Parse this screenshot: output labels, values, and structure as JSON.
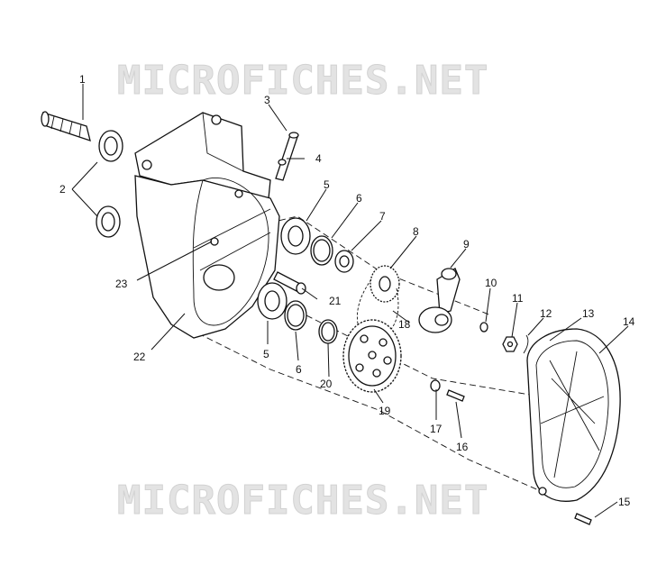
{
  "watermark": "MICROFICHES.NET",
  "callouts": [
    "1",
    "2",
    "3",
    "4",
    "5",
    "5",
    "6",
    "6",
    "7",
    "8",
    "9",
    "10",
    "11",
    "12",
    "13",
    "14",
    "15",
    "16",
    "17",
    "18",
    "19",
    "20",
    "21",
    "22",
    "23"
  ]
}
